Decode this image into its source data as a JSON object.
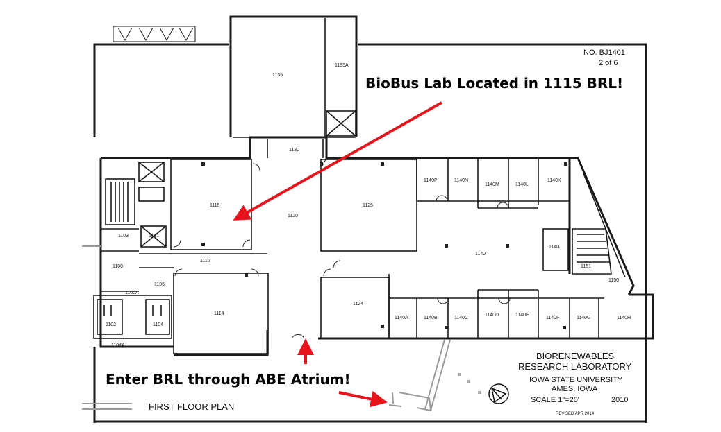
{
  "sheet": {
    "number": "NO.   BJ1401",
    "page": "2 of 6"
  },
  "callouts": {
    "lab": "BioBus Lab Located  in 1115 BRL!",
    "entrance": "Enter BRL through ABE Atrium!"
  },
  "title_block": {
    "line1": "BIORENEWABLES",
    "line2": "RESEARCH  LABORATORY",
    "line3": "IOWA STATE UNIVERSITY",
    "line4": "AMES, IOWA",
    "scale": "SCALE  1\"=20'",
    "year": "2010",
    "revised": "REVISED    APR 2014"
  },
  "plan_title": "FIRST  FLOOR  PLAN",
  "rooms": {
    "r1135": "1135",
    "r1135A": "1135A",
    "r1130": "1130",
    "r1115": "1115",
    "r1120": "1120",
    "r1125": "1125",
    "r1103": "1103",
    "r1101": "1101",
    "r1100": "1100",
    "r1110": "1110",
    "r1106": "1106",
    "r1100A": "1100A",
    "r1102": "1102",
    "r1104": "1104",
    "r1104A": "1104A",
    "r1114": "1114",
    "r1124": "1124",
    "r1140A": "1140A",
    "r1140B": "1140B",
    "r1140C": "1140C",
    "r1140D": "1140D",
    "r1140E": "1140E",
    "r1140F": "1140F",
    "r1140G": "1140G",
    "r1140H": "1140H",
    "r1140": "1140",
    "r1140P": "1140P",
    "r1140N": "1140N",
    "r1140M": "1140M",
    "r1140L": "1140L",
    "r1140K": "1140K",
    "r1140J": "1140J",
    "r1151": "1151",
    "r1150": "1150"
  },
  "colors": {
    "arrow": "#e8141b",
    "walls": "#1a1a1a",
    "walkway": "#9a9a9a"
  }
}
